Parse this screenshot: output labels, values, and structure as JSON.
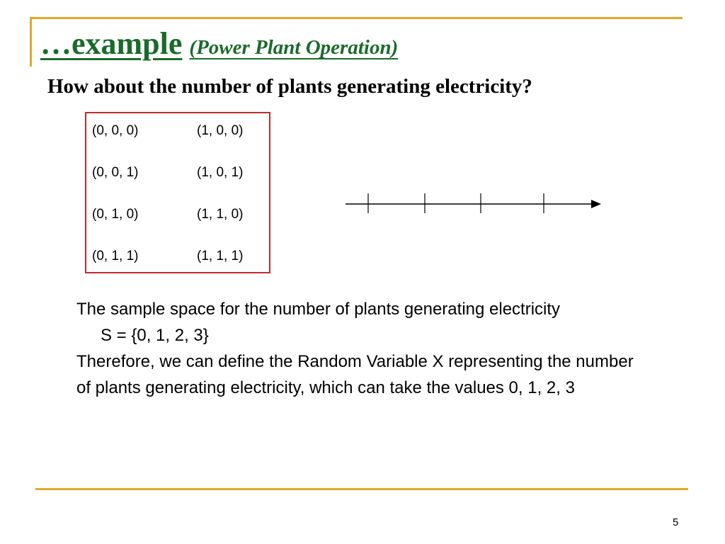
{
  "slide": {
    "title": "…example",
    "title_sub": "(Power Plant Operation)",
    "subtitle": "How about the number of plants generating electricity?",
    "outcomes": {
      "left": [
        "(0, 0, 0)",
        "(0, 0, 1)",
        "(0, 1, 0)",
        "(0, 1, 1)"
      ],
      "right": [
        "(1, 0, 0)",
        "(1, 0, 1)",
        "(1, 1, 0)",
        "(1, 1, 1)"
      ]
    },
    "number_line": {
      "ticks": 4
    },
    "body": {
      "line1": "The sample space for the number of plants generating electricity",
      "line2": "S = {0, 1, 2, 3}",
      "line3": "Therefore, we can define the Random Variable X representing the number of plants generating electricity, which can take the values 0, 1, 2, 3"
    },
    "page_number": "5"
  },
  "colors": {
    "accent": "#e0a82e",
    "title": "#1a6b2b",
    "box_border": "#c42b2b"
  }
}
